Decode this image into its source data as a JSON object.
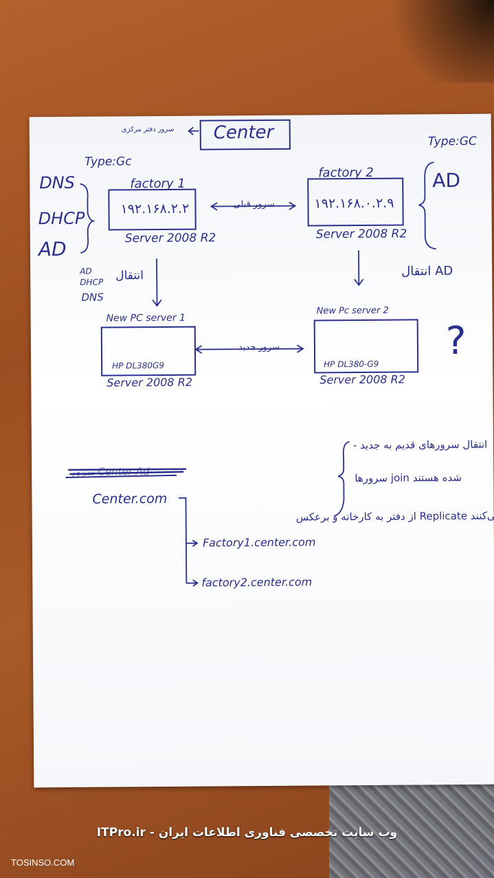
{
  "diagram": {
    "center": {
      "label": "Center",
      "note": "سرور دفتر مرکزی"
    },
    "type_gc_left": "Type:Gc",
    "type_gc_right": "Type:GC",
    "left_roles": [
      "DNS",
      "DHCP",
      "AD"
    ],
    "factory1": {
      "title": "factory 1",
      "ip": "۱۹۲.۱۶۸.۲.۲",
      "os": "Server 2008 R2"
    },
    "factory2": {
      "title": "factory 2",
      "ip": "۱۹۲.۱۶۸.۰.۲.۹",
      "os": "Server 2008 R2",
      "role": "AD"
    },
    "old_link_label": "سرور قبلی",
    "transfer_left": {
      "text": "انتقال",
      "roles": [
        "AD",
        "DHCP",
        "DNS"
      ]
    },
    "transfer_right": {
      "text": "انتقال AD"
    },
    "new_server1": {
      "title": "New PC server 1",
      "model": "HP DL380G9",
      "os": "Server 2008 R2"
    },
    "new_server2": {
      "title": "New Pc server 2",
      "model": "HP DL380-G9",
      "os": "Server 2008 R2"
    },
    "new_link_label": "سرور جدید",
    "question": "?",
    "notes": [
      "- انتقال سرورهای قدیم به جدید",
      "سرورها join شده هستند",
      "از دفتر به کارخانه و برعکس Replicate می‌کنند"
    ],
    "struck_text": "سرور Center Ad",
    "domains": {
      "root": "Center.com",
      "child1": "Factory1.center.com",
      "child2": "factory2.center.com"
    }
  },
  "footer": {
    "site": "ITPro.ir - وب سایت تخصصی فناوری اطلاعات ایران",
    "credit": "TOSINSO.COM"
  }
}
